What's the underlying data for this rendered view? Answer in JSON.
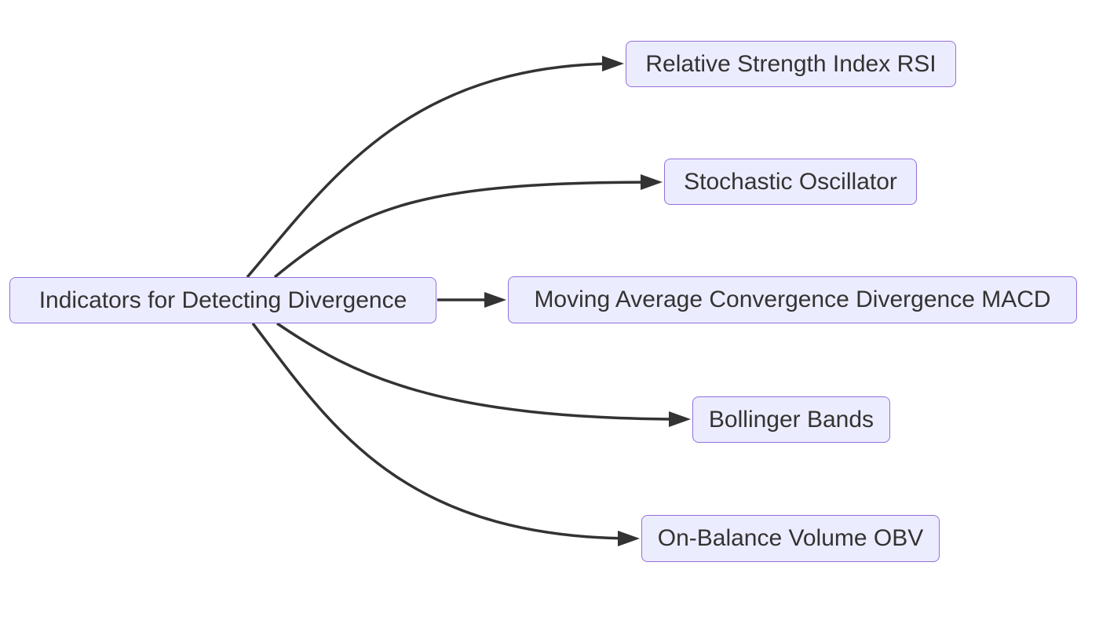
{
  "diagram": {
    "type": "flowchart",
    "direction": "LR",
    "background": "#ffffff",
    "colors": {
      "node_fill": "#ECECFF",
      "node_border": "#9370DB",
      "node_text": "#333333",
      "edge": "#333333"
    },
    "nodes": {
      "root": {
        "label": "Indicators for Detecting Divergence"
      },
      "rsi": {
        "label": "Relative Strength Index RSI"
      },
      "stochastic": {
        "label": "Stochastic Oscillator"
      },
      "macd": {
        "label": "Moving Average Convergence Divergence MACD"
      },
      "bollinger": {
        "label": "Bollinger Bands"
      },
      "obv": {
        "label": "On-Balance Volume OBV"
      }
    },
    "edges": [
      {
        "from": "root",
        "to": "rsi"
      },
      {
        "from": "root",
        "to": "stochastic"
      },
      {
        "from": "root",
        "to": "macd"
      },
      {
        "from": "root",
        "to": "bollinger"
      },
      {
        "from": "root",
        "to": "obv"
      }
    ]
  }
}
